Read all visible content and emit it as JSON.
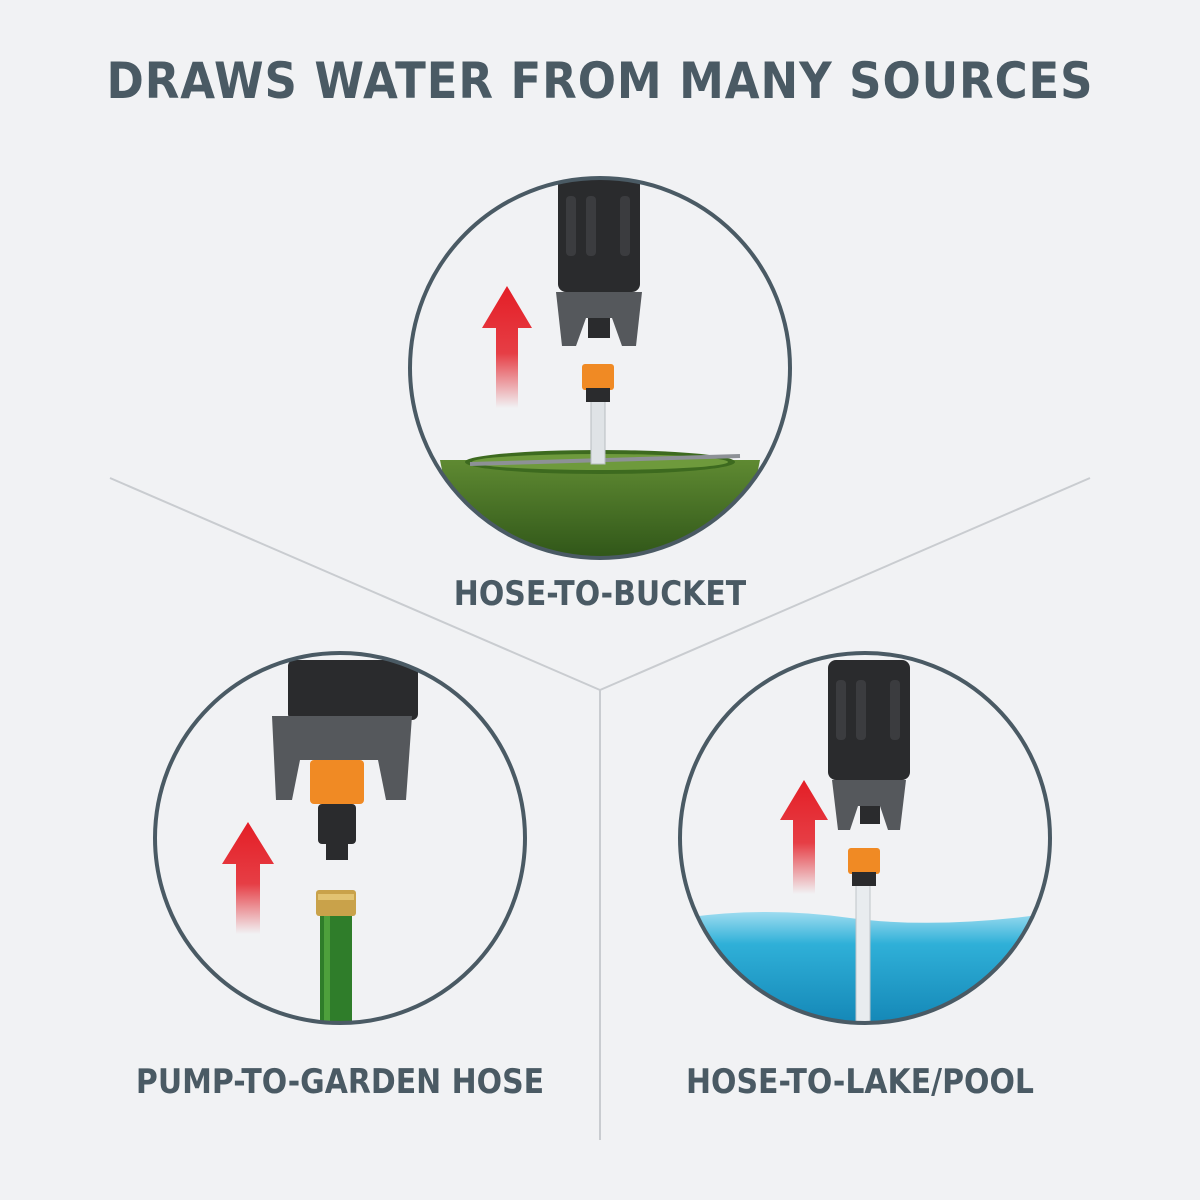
{
  "title": "DRAWS WATER FROM MANY SOURCES",
  "panels": {
    "bucket": {
      "label": "HOSE-TO-BUCKET"
    },
    "garden": {
      "label": "PUMP-TO-GARDEN HOSE"
    },
    "lake": {
      "label": "HOSE-TO-LAKE/POOL"
    }
  },
  "colors": {
    "text": "#4a5a64",
    "circle": "#4a5a64",
    "arrow": "#e41e26",
    "connector": "#f08a24",
    "pump_body": "#2a2b2d",
    "bucket": "#4f7a2a",
    "water": "#2ba3c7",
    "garden_hose": "#2f7d2a"
  }
}
